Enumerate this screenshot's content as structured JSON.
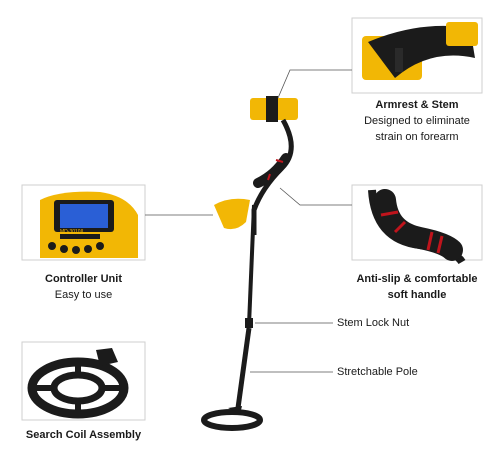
{
  "labels": {
    "armrest": {
      "title": "Armrest & Stem",
      "desc_line1": "Designed to eliminate",
      "desc_line2": "strain on forearm"
    },
    "controller": {
      "title": "Controller Unit",
      "desc": "Easy to use"
    },
    "handle": {
      "title_line1": "Anti-slip & comfortable",
      "title_line2": "soft handle"
    },
    "stem_lock": "Stem Lock Nut",
    "pole": "Stretchable Pole",
    "coil": "Search Coil Assembly"
  },
  "controller_display": "MD-3010II",
  "colors": {
    "yellow": "#f2b705",
    "black": "#1b1b1b",
    "grip_red": "#c0141c",
    "line": "#555555",
    "border": "#cfcfcf",
    "lcd": "#2a5fd6"
  }
}
